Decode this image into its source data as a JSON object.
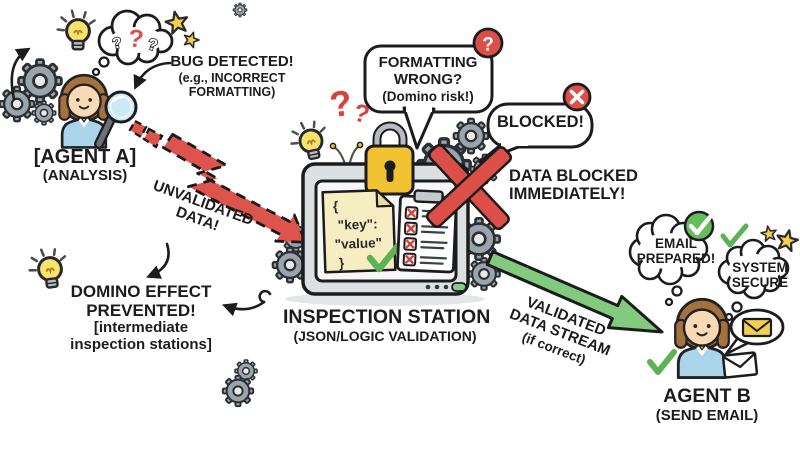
{
  "colors": {
    "red": "#dc4f48",
    "green": "#6abf5e",
    "green_arrow": "#82ca7e",
    "yellow": "#f3c231",
    "note_yellow": "#f6eec2",
    "gear_gray": "#9ba3ab",
    "ink": "#1c1c1e"
  },
  "glyphs": {
    "question": "?"
  },
  "agent_a": {
    "label": "[AGENT A]",
    "sublabel": "(ANALYSIS)"
  },
  "bug_note": {
    "line1": "BUG DETECTED!",
    "line2": "(e.g., INCORRECT",
    "line3": "FORMATTING)"
  },
  "unvalidated": {
    "line1": "UNVALIDATED",
    "line2": "DATA!"
  },
  "domino": {
    "line1": "DOMINO EFFECT",
    "line2": "PREVENTED!",
    "line3": "[intermediate",
    "line4": "inspection stations]"
  },
  "formatting_bubble": {
    "line1": "FORMATTING",
    "line2": "WRONG?",
    "line3": "(Domino risk!)"
  },
  "blocked_bubble": {
    "label": "BLOCKED!"
  },
  "data_blocked": {
    "line1": "DATA BLOCKED",
    "line2": "IMMEDIATELY!"
  },
  "station": {
    "title": "INSPECTION STATION",
    "subtitle": "(JSON/LOGIC VALIDATION)",
    "note": {
      "open": "{",
      "key": "\"key\":",
      "value": "\"value\"",
      "close": "}"
    }
  },
  "validated": {
    "line1": "VALIDATED",
    "line2": "DATA STREAM",
    "line3": "(if correct)"
  },
  "agent_b": {
    "label": "AGENT B",
    "sublabel": "(SEND EMAIL)",
    "email_bubble": {
      "line1": "EMAIL",
      "line2": "PREPARED!"
    },
    "secure_bubble": {
      "line1": "SYSTEM",
      "line2": "SECURE"
    }
  }
}
